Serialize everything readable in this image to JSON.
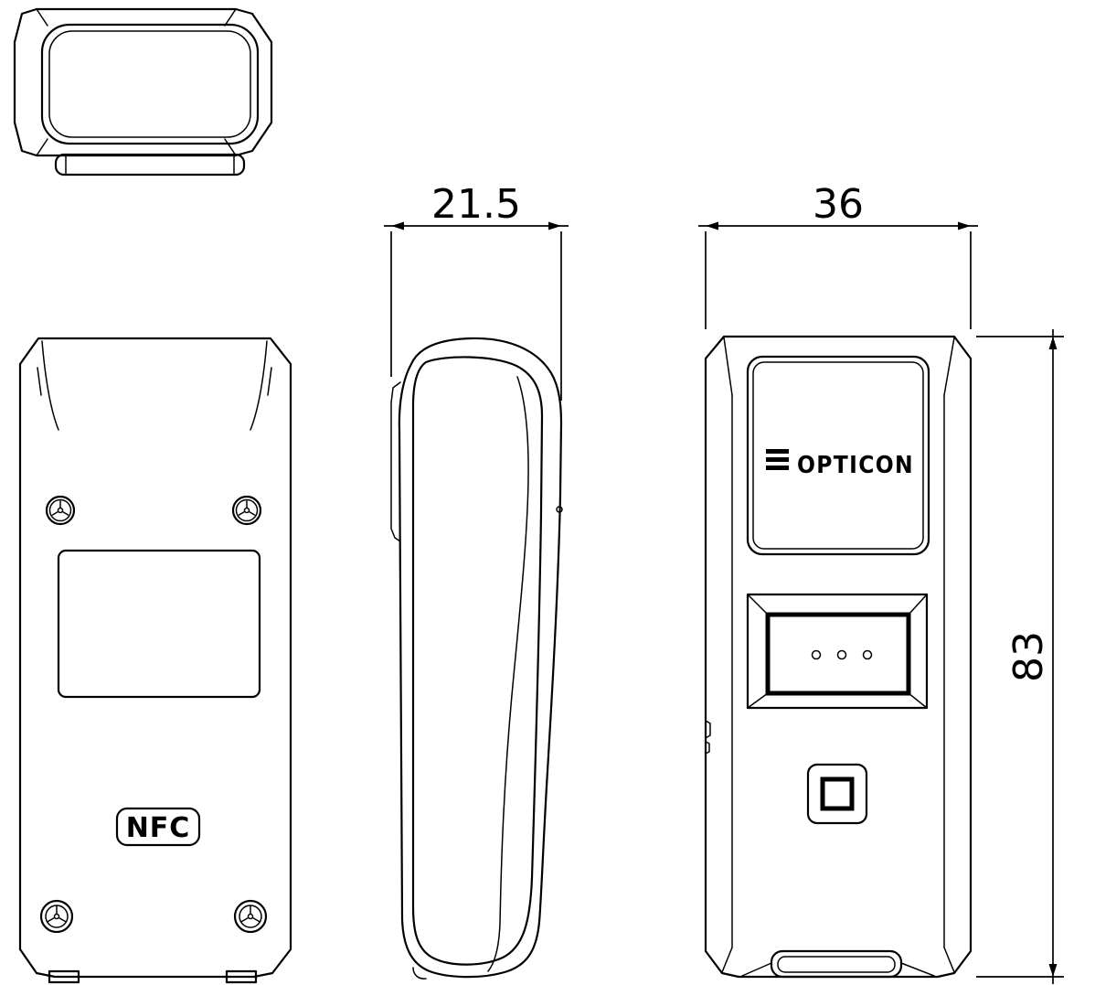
{
  "drawing": {
    "background": "#ffffff",
    "line_color": "#000000",
    "dimensions": {
      "side_depth_mm": "21.5",
      "front_width_mm": "36",
      "front_height_mm": "83"
    },
    "labels": {
      "brand_logo": "OPTICON",
      "nfc_badge": "NFC"
    }
  }
}
